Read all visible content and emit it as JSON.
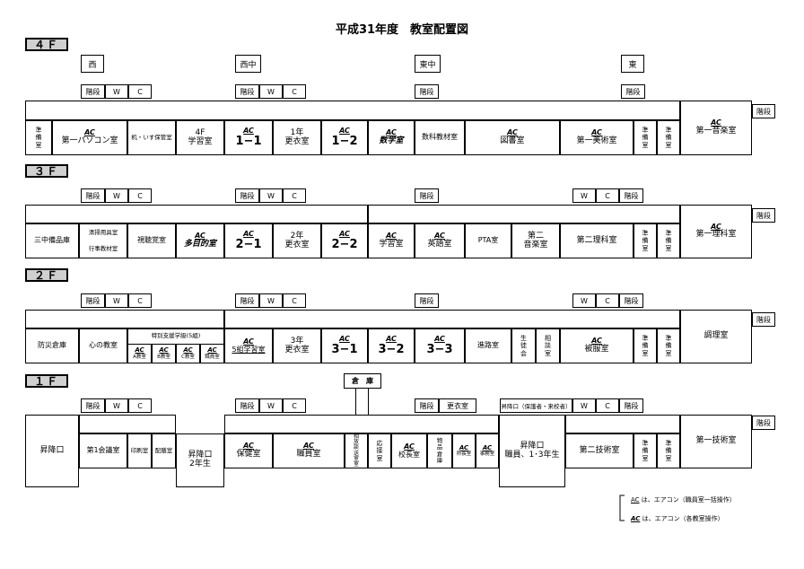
{
  "title": "平成31年度　教室配置図",
  "legend": {
    "line1_ac": "AC",
    "line1_text": "は、エアコン（職員室一括操作）",
    "line2_ac": "AC",
    "line2_text": "は、エアコン（各教室操作）"
  },
  "common": {
    "stairs": "階段",
    "wc": "W",
    "c": "C",
    "ac": "AC"
  },
  "floor4": {
    "label": "４Ｆ",
    "wings": {
      "west": "西",
      "west_center": "西中",
      "east_center": "東中",
      "east": "東"
    },
    "rooms": {
      "prep1": "準\n備\n室",
      "pc1_name": "第一パソコン室",
      "wheelchair": "机・いす保管室",
      "s4f_a": "4F",
      "s4f_b": "学習室",
      "r11": "1−1",
      "lock1_a": "1年",
      "lock1_b": "更衣室",
      "r12": "1−2",
      "math": "数学室",
      "textbook": "数科教材室",
      "library": "図書室",
      "art1": "第一美術室",
      "prep2": "準\n備\n室",
      "prep3": "準\n備\n室",
      "music1": "第一音楽室"
    }
  },
  "floor3": {
    "label": "３Ｆ",
    "rooms": {
      "storage": "三中備品庫",
      "clean_a": "清掃用具室",
      "clean_b": "行事教材室",
      "av": "視聴覚室",
      "multi": "多目的室",
      "r21": "2−1",
      "lock2_a": "2年",
      "lock2_b": "更衣室",
      "r22": "2−2",
      "study": "学習室",
      "english": "英語室",
      "pta": "PTA室",
      "music2_a": "第二",
      "music2_b": "音楽室",
      "sci2": "第二理科室",
      "prep1": "準\n備\n室",
      "prep2": "準\n備\n室",
      "sci1": "第一理科室"
    }
  },
  "floor2": {
    "label": "２Ｆ",
    "rooms": {
      "disaster": "防災倉庫",
      "heart": "心の教室",
      "special_head": "特別支援学級(5組)",
      "sp_a": "A教室",
      "sp_b": "B教室",
      "sp_c": "C教室",
      "sp_staff": "職員室",
      "group5": "5組学習室",
      "lock3_a": "3年",
      "lock3_b": "更衣室",
      "r31": "3−1",
      "r32": "3−2",
      "r33": "3−3",
      "career": "進路室",
      "council": "生\n徒\n会",
      "consult": "相\n談\n室",
      "clothing": "被服室",
      "prep1": "準\n備\n室",
      "prep2": "準\n備\n室",
      "cooking": "調理室"
    }
  },
  "floor1": {
    "label": "１Ｆ",
    "warehouse": "倉　庫",
    "changing": "更衣室",
    "entrance_label": "昇降口（保護者・来校者）",
    "rooms": {
      "entrance": "昇降口",
      "meeting1": "第1会議室",
      "printing": "印刷室",
      "delivery": "配膳室",
      "ent2_a": "昇降口",
      "ent2_b": "2年生",
      "health": "保健室",
      "staff": "職員室",
      "broadcast": "相\n放\n談\n送\n室\n室",
      "reception": "応\n接\n室",
      "principal": "校長室",
      "goods": "物\n品\n倉\n庫",
      "headoffice": "所長室",
      "office": "事務室",
      "ent3_a": "昇降口",
      "ent3_b": "職員、1･3年生",
      "tech2": "第二技術室",
      "prep1": "準\n備\n室",
      "prep2": "準\n備\n室",
      "tech1": "第一技術室"
    }
  }
}
